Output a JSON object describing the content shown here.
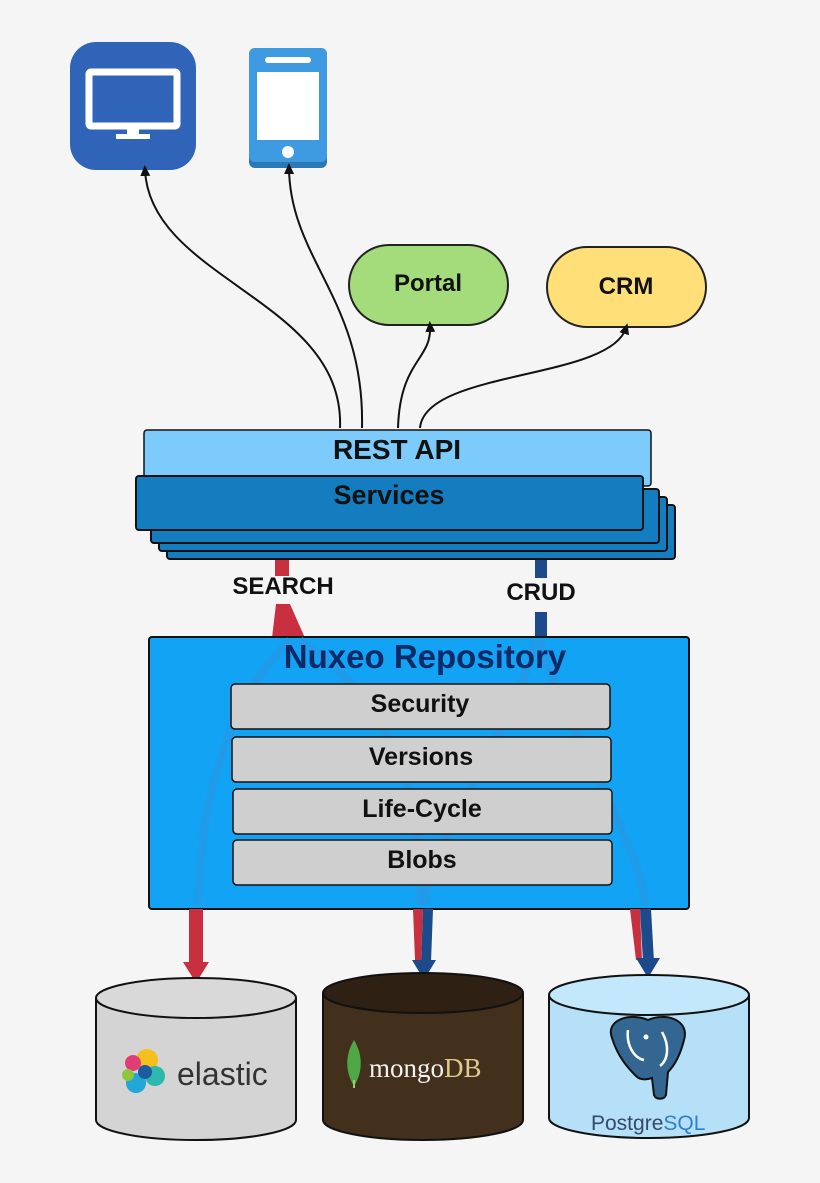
{
  "clients": {
    "desktop_icon": "desktop-monitor",
    "mobile_icon": "mobile-phone",
    "portal": "Portal",
    "crm": "CRM"
  },
  "api": {
    "rest": "REST API",
    "services": "Services"
  },
  "flows": {
    "search": "SEARCH",
    "crud": "CRUD"
  },
  "repository": {
    "title": "Nuxeo Repository",
    "layers": [
      "Security",
      "Versions",
      "Life-Cycle",
      "Blobs"
    ]
  },
  "storage": {
    "elastic": "elastic",
    "mongo_prefix": "mongo",
    "mongo_suffix": "DB",
    "postgres_prefix": "Postgre",
    "postgres_suffix": "SQL"
  },
  "colors": {
    "background": "#f5f5f5",
    "desktop": "#2f64b8",
    "mobile": "#3e9be1",
    "portal": "#a4db7b",
    "crm": "#fedf78",
    "rest_api": "#7ccbfa",
    "services": "#137dc0",
    "repository": "#12a3f5",
    "repository_title": "#0d2a66",
    "layer": "#cfcfcf",
    "search_flow": "#c8303f",
    "crud_flow": "#1d4a8a",
    "elastic_db": "#d4d4d4",
    "mongo_db": "#42301d",
    "postgres_db": "#b6e0f7"
  }
}
